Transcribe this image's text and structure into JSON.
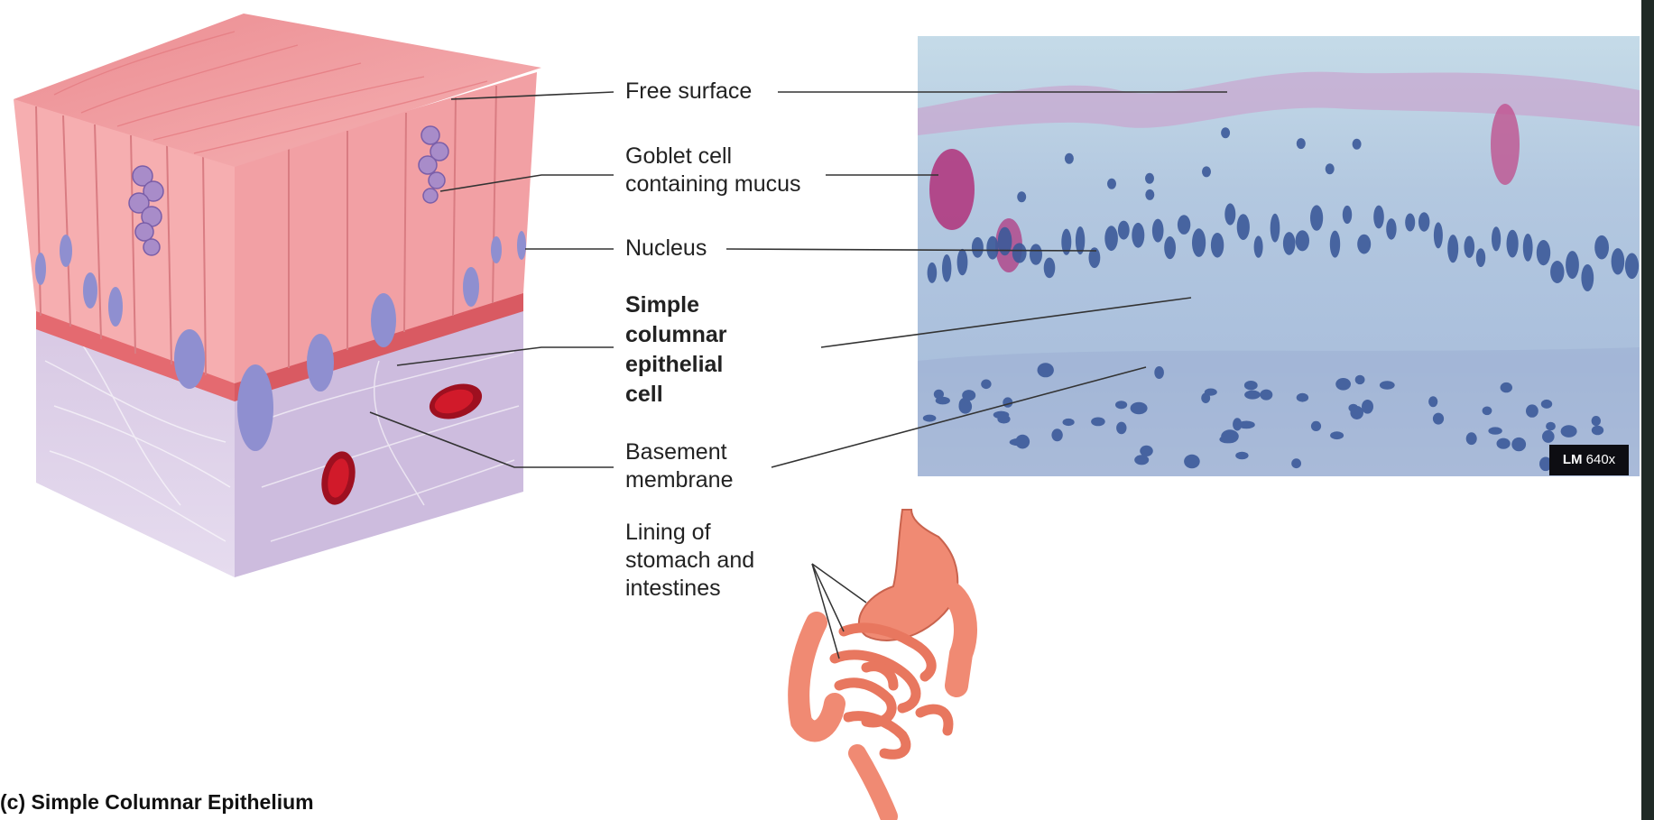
{
  "labels": {
    "free_surface": "Free surface",
    "goblet_cell": "Goblet cell\ncontaining mucus",
    "nucleus": "Nucleus",
    "columnar_cell": "Simple\ncolumnar\nepithelial\ncell",
    "basement_membrane": "Basement\nmembrane",
    "lining": "Lining of\nstomach and\nintestines"
  },
  "micrograph": {
    "magnification_prefix": "LM",
    "magnification_value": "640x"
  },
  "caption": "(c) Simple Columnar Epithelium",
  "colors": {
    "epithelium": "#f4a5a8",
    "epithelium_top": "#ef8f93",
    "nucleus": "#8f8fd0",
    "goblet": "#a88cc9",
    "connective_tissue": "#d9cde6",
    "blood_vessel": "#d11a2a",
    "stain_background": "#b9cde3",
    "stain_nucleus": "#3c5a9a",
    "stain_mucus": "#b0317a",
    "organ": "#f08a73"
  }
}
